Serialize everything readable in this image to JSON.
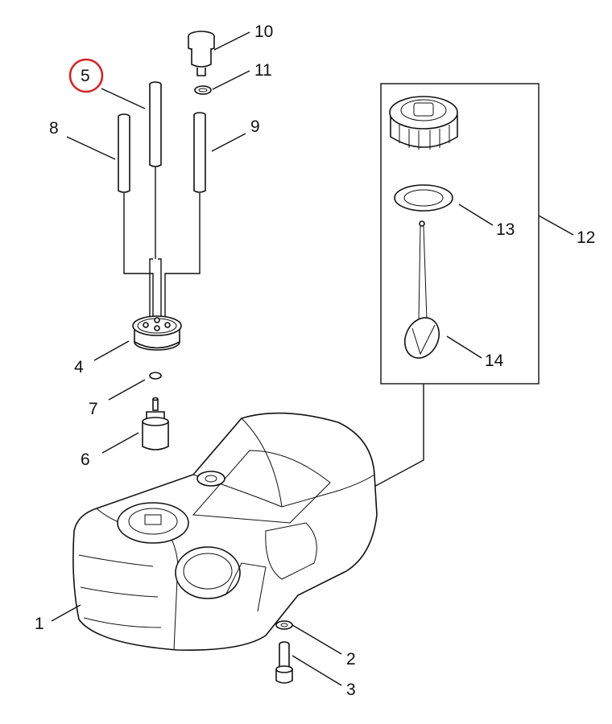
{
  "diagram": {
    "callouts": {
      "c1": "1",
      "c2": "2",
      "c3": "3",
      "c4": "4",
      "c5": "5",
      "c6": "6",
      "c7": "7",
      "c8": "8",
      "c9": "9",
      "c10": "10",
      "c11": "11",
      "c12": "12",
      "c13": "13",
      "c14": "14"
    },
    "highlighted_callout": "5",
    "colors": {
      "line": "#111111",
      "background": "#ffffff",
      "highlight": "#d0262d"
    }
  }
}
